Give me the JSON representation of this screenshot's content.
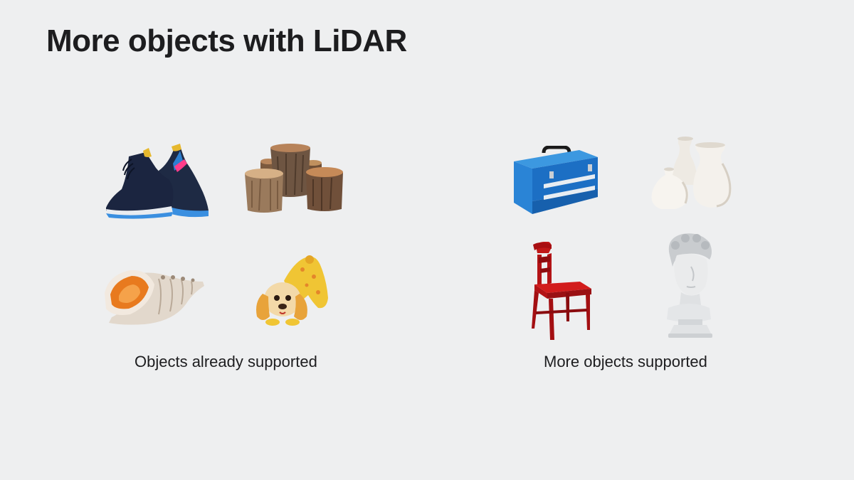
{
  "slide": {
    "title": "More objects with LiDAR"
  },
  "groups": [
    {
      "caption": "Objects already supported",
      "objects": [
        "sneakers",
        "tree-stumps",
        "seashell",
        "toy-dog-figurine"
      ]
    },
    {
      "caption": "More objects supported",
      "objects": [
        "toolbox",
        "vases",
        "red-chair",
        "bust-statue"
      ]
    }
  ],
  "colors": {
    "background": "#eeeff0",
    "text": "#1d1d1f"
  }
}
